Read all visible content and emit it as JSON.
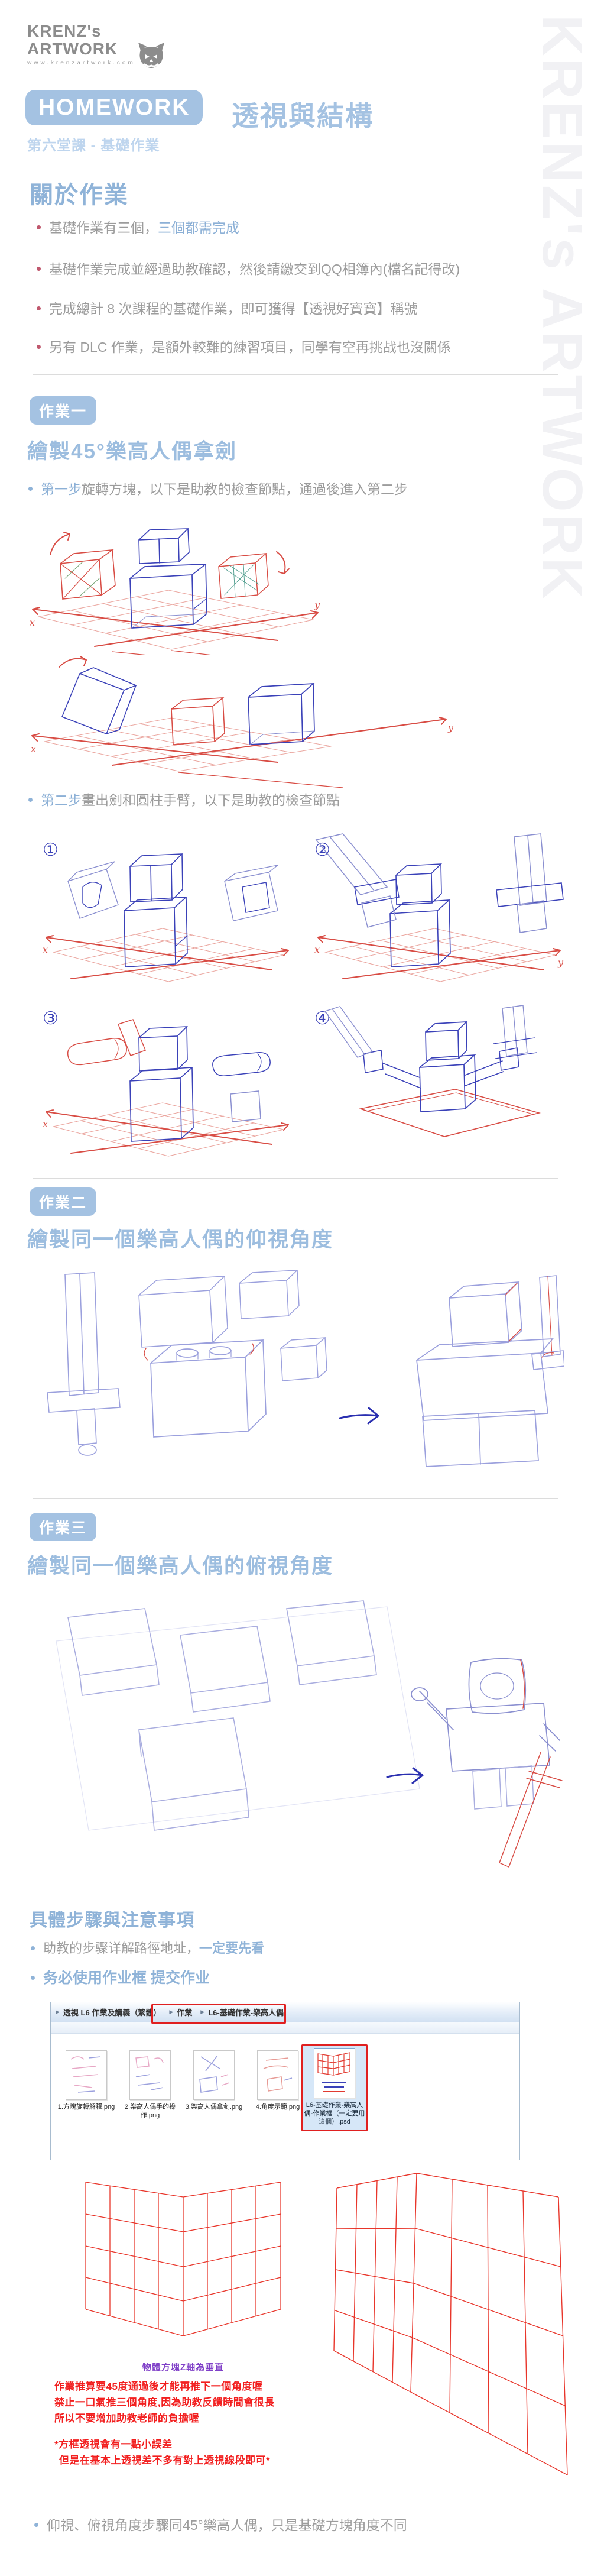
{
  "colors": {
    "accent_blue": "#a4c2e2",
    "heading_blue": "#8fb3d8",
    "subtitle_blue": "#bed5ee",
    "text_gray": "#9c9c9c",
    "bullet_red": "#c0586e",
    "warning_red": "#f21f1f",
    "note_purple": "#8040c8",
    "sketch_blue": "#3a41b8",
    "sketch_red": "#d84c44",
    "selection_bg": "#d6e7f8"
  },
  "watermark": "KRENZ's ARTWORK",
  "logo": {
    "name_line1": "KRENZ's",
    "name_line2": "ARTWORK",
    "url": "www.krenzartwork.com"
  },
  "header": {
    "badge": "HOMEWORK",
    "title": "透視與結構",
    "subtitle": "第六堂課 - 基礎作業"
  },
  "about": {
    "heading": "關於作業",
    "bullets": [
      {
        "pre": "基礎作業有三個，",
        "highlight": "三個都需完成"
      },
      {
        "pre": "基礎作業完成並經過助教確認，然後請繳交到QQ相簿內(檔名記得改)",
        "highlight": ""
      },
      {
        "pre": "完成總計 8 次課程的基礎作業，即可獲得【透視好寶寶】稱號",
        "highlight": ""
      },
      {
        "pre": "另有 DLC 作業，是額外較難的練習項目，同學有空再挑战也沒關係",
        "highlight": ""
      }
    ]
  },
  "task1": {
    "badge": "作業一",
    "heading": "繪製45°樂高人偶拿劍",
    "step1_highlight": "第一步",
    "step1_text": "旋轉方塊，以下是助教的檢查節點，通過後進入第二步",
    "step2_highlight": "第二步",
    "step2_text": "畫出劍和圓柱手臂，以下是助教的檢查節點",
    "panels": [
      "①",
      "②",
      "③",
      "④"
    ],
    "axis": {
      "x": "x",
      "y": "y"
    }
  },
  "task2": {
    "badge": "作業二",
    "heading": "繪製同一個樂高人偶的仰視角度"
  },
  "task3": {
    "badge": "作業三",
    "heading": "繪製同一個樂高人偶的俯視角度"
  },
  "steps": {
    "heading": "具體步驟與注意事項",
    "bullet1_pre": "助教的步骤详解路徑地址，",
    "bullet1_highlight": "一定要先看",
    "bullet2": "务必使用作业框 提交作业",
    "explorer": {
      "breadcrumb_sep": "▶",
      "breadcrumb_root": "透視 L6 作業及講義（繁體）",
      "breadcrumb_1": "作業",
      "breadcrumb_2": "L6-基礎作業-樂高人偶",
      "files": [
        {
          "name": "1.方塊旋轉解釋.png"
        },
        {
          "name": "2.樂高人偶手的操作.png"
        },
        {
          "name": "3.樂高人偶拿剑.png"
        },
        {
          "name": "4.角度示範.png"
        },
        {
          "name": "L6-基礎作業-樂高人偶-作業框（一定要用這個）.psd"
        }
      ]
    },
    "axis_note": "物體方塊Z軸為垂直",
    "warning_lines": [
      "作業推算要45度通過後才能再推下一個角度喔",
      "禁止一口氣推三個角度,因為助教反饋時間會很長",
      "所以不要增加助教老師的負擔喔"
    ],
    "tip_lines": [
      "*方框透視會有一點小誤差",
      "但是在基本上透視差不多有對上透視線段即可*"
    ]
  },
  "footer": {
    "bullet": "仰視、俯視角度步驟同45°樂高人偶，只是基礎方塊角度不同"
  }
}
